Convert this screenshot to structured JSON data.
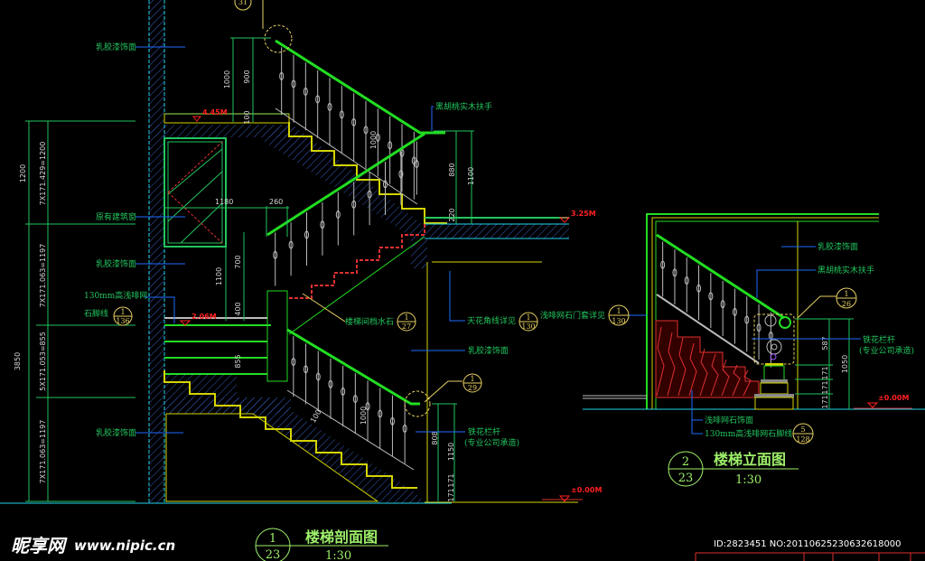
{
  "section_view": {
    "title": "楼梯剖面图",
    "scale": "1:30",
    "ref_number": "1",
    "ref_sheet": "23",
    "detail_callout_top": "31",
    "levels": {
      "upper": "4.45M",
      "middle": "2.06M",
      "ceiling": "3.25M",
      "ground": "±0.00M"
    },
    "labels": {
      "latex_top": "乳胶漆饰面",
      "window": "原有建筑窗",
      "latex_mid": "乳胶漆饰面",
      "skirting_1": "130mm高浅啡网",
      "skirting_2": "石脚线",
      "latex_bottom": "乳胶漆饰面",
      "handrail": "黑胡桃实木扶手",
      "water_stone": "楼梯间档水石",
      "ceiling_line": "天花角线详见",
      "latex_right": "乳胶漆饰面",
      "railing": "铁花栏杆",
      "railing_note": "(专业公司承造)"
    },
    "callouts": {
      "skirting": {
        "num": "1",
        "sheet": "136"
      },
      "water_stone": {
        "num": "1",
        "sheet": "27"
      },
      "ceiling": {
        "num": "1",
        "sheet": "130"
      },
      "railing": {
        "num": "1",
        "sheet": "29"
      }
    },
    "dims": {
      "left_1200": "1200",
      "left_7x_1200": "7X171.429=1200",
      "left_3850": "3850",
      "left_7x_1197a": "7X171.063=1197",
      "left_5x_855": "5X171.053=855",
      "left_7x_1197b": "7X171.063=1197",
      "d1000a": "1000",
      "d900": "900",
      "d100": "100",
      "d1000b": "1000",
      "d880": "880",
      "d1100a": "1100",
      "d220": "220",
      "d1180": "1180",
      "d260": "260",
      "d700": "700",
      "d1100b": "1100",
      "d400": "400",
      "d855": "855",
      "d100b": "100",
      "d1000c": "1000",
      "d808": "808",
      "d1150": "1150",
      "d171a": "171",
      "d171b": "171"
    }
  },
  "elevation_view": {
    "title": "楼梯立面图",
    "scale": "1:30",
    "ref_number": "2",
    "ref_sheet": "23",
    "levels": {
      "ground": "±0.00M"
    },
    "labels": {
      "latex": "乳胶漆饰面",
      "handrail": "黑胡桃实木扶手",
      "railing": "铁花栏杆",
      "railing_note": "(专业公司承造)",
      "door_frame": "浅啡网石门套详见",
      "stone_face": "浅啡网石饰面",
      "skirting": "130mm高浅啡网石脚线"
    },
    "callouts": {
      "railing": {
        "num": "1",
        "sheet": "26"
      },
      "door_frame": {
        "num": "1",
        "sheet": "130"
      },
      "skirting": {
        "num": "5",
        "sheet": "128"
      }
    },
    "dims": {
      "d587": "587",
      "d1050": "1050",
      "d171a": "171",
      "d171b": "171",
      "d171c": "171"
    }
  },
  "watermark": {
    "brand": "昵享网",
    "url": "www.nipic.cn"
  },
  "image_id": "ID:2823451 NO:20110625230632618000"
}
